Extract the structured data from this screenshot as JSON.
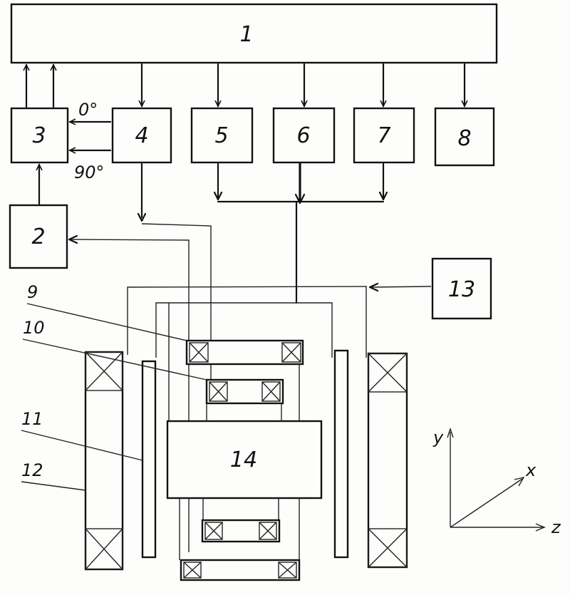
{
  "blocks": {
    "b1": "1",
    "b2": "2",
    "b3": "3",
    "b4": "4",
    "b5": "5",
    "b6": "6",
    "b7": "7",
    "b8": "8",
    "b13": "13",
    "b14": "14"
  },
  "phase_labels": {
    "zero": "0°",
    "ninety": "90°"
  },
  "callouts": {
    "c9": "9",
    "c10": "10",
    "c11": "11",
    "c12": "12"
  },
  "axes": {
    "y": "y",
    "x": "x",
    "z": "z"
  }
}
